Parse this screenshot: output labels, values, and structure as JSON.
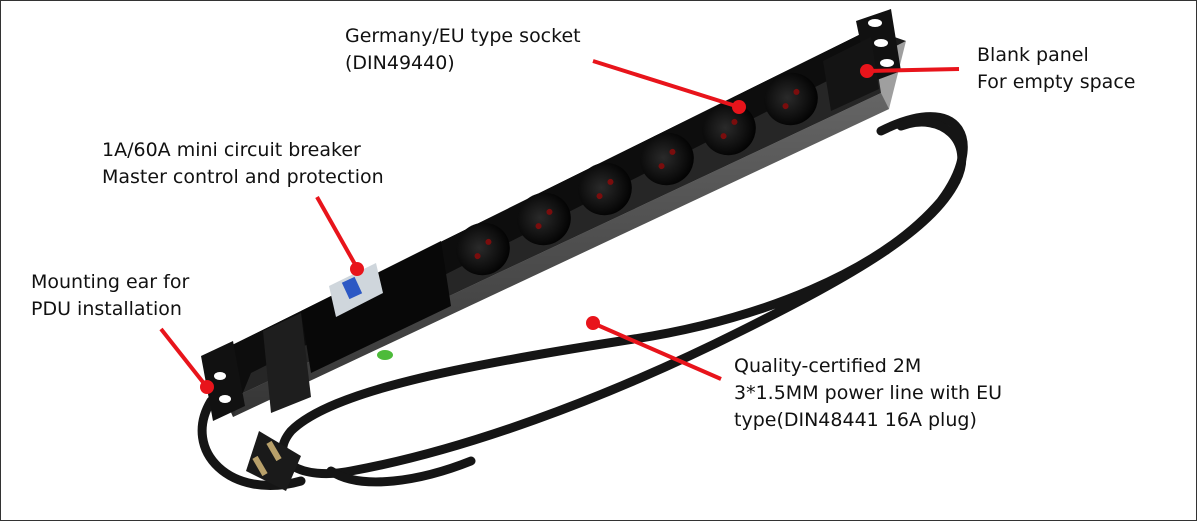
{
  "annotation_color": "#e8141b",
  "labels": {
    "socket": [
      "Germany/EU type socket",
      "(DIN49440)"
    ],
    "blank": [
      "Blank panel",
      "For empty space"
    ],
    "breaker": [
      "1A/60A mini circuit breaker",
      "Master control and protection"
    ],
    "ear": [
      "Mounting ear for",
      "PDU installation"
    ],
    "cable": [
      "Quality-certified 2M",
      "3*1.5MM power line with EU",
      "type(DIN48441 16A plug)"
    ]
  }
}
